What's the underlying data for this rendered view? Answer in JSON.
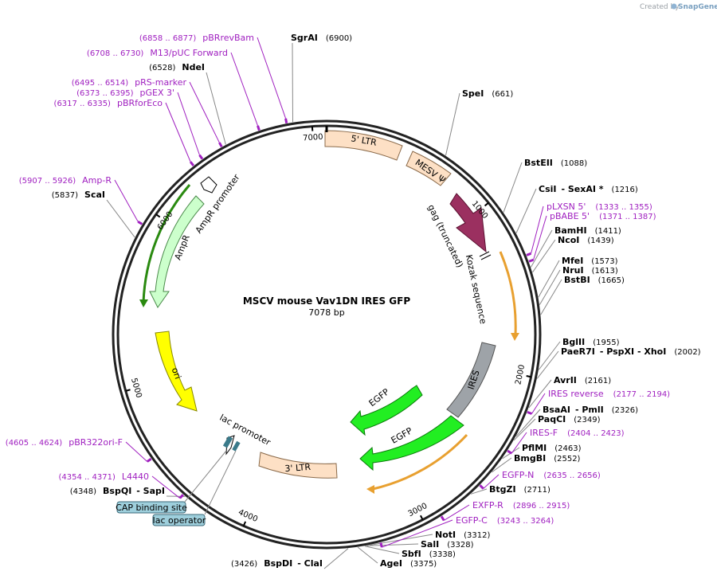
{
  "map": {
    "title": "MSCV mouse Vav1DN IRES GFP",
    "length": "7078 bp",
    "credit": "Created by",
    "credit_brand": "SnapGene",
    "bp_total": 7078
  },
  "ticks": [
    {
      "label": "1000",
      "pos": 1000
    },
    {
      "label": "2000",
      "pos": 2000
    },
    {
      "label": "3000",
      "pos": 3000
    },
    {
      "label": "4000",
      "pos": 4000
    },
    {
      "label": "5000",
      "pos": 5000
    },
    {
      "label": "6000",
      "pos": 6000
    },
    {
      "label": "7000",
      "pos": 7000
    }
  ],
  "enzymes_right": [
    {
      "name": "SpeI",
      "pos": "(661)",
      "site": 661
    },
    {
      "name": "BstEII",
      "pos": "(1088)",
      "site": 1088
    },
    {
      "name": "CsiI",
      "extra": "- SexAI *",
      "pos": "(1216)",
      "site": 1216
    },
    {
      "name": "BamHI",
      "pos": "(1411)",
      "site": 1411
    },
    {
      "name": "NcoI",
      "pos": "(1439)",
      "site": 1439
    },
    {
      "name": "MfeI",
      "pos": "(1573)",
      "site": 1573
    },
    {
      "name": "NruI",
      "pos": "(1613)",
      "site": 1613
    },
    {
      "name": "BstBI",
      "pos": "(1665)",
      "site": 1665
    },
    {
      "name": "BglII",
      "pos": "(1955)",
      "site": 1955
    },
    {
      "name": "PaeR7I",
      "extra": "- PspXI - XhoI",
      "pos": "(2002)",
      "site": 2002
    },
    {
      "name": "AvrII",
      "pos": "(2161)",
      "site": 2161
    },
    {
      "name": "BsaAI",
      "extra": "- PmlI",
      "pos": "(2326)",
      "site": 2326
    },
    {
      "name": "PaqCI",
      "pos": "(2349)",
      "site": 2349
    },
    {
      "name": "PflMI",
      "pos": "(2463)",
      "site": 2463
    },
    {
      "name": "BmgBI",
      "pos": "(2552)",
      "site": 2552
    },
    {
      "name": "BtgZI",
      "pos": "(2711)",
      "site": 2711
    },
    {
      "name": "NotI",
      "pos": "(3312)",
      "site": 3312
    },
    {
      "name": "SalI",
      "pos": "(3328)",
      "site": 3328
    },
    {
      "name": "SbfI",
      "pos": "(3338)",
      "site": 3338
    },
    {
      "name": "AgeI",
      "pos": "(3375)",
      "site": 3375
    }
  ],
  "enzymes_left": [
    {
      "name": "SgrAI",
      "pos": "(6900)",
      "site": 6900
    },
    {
      "name": "NdeI",
      "pos": "(6528)",
      "site": 6528
    },
    {
      "name": "ScaI",
      "pos": "(5837)",
      "site": 5837
    },
    {
      "name": "BspQI",
      "extra": "- SapI",
      "pos": "(4348)",
      "site": 4348
    },
    {
      "name": "BspDI",
      "extra": "- ClaI",
      "pos": "(3426)",
      "site": 3426
    }
  ],
  "primers": [
    {
      "name": "pBRrevBam",
      "range": "(6858 .. 6877)",
      "site": 6867
    },
    {
      "name": "M13/pUC Forward",
      "range": "(6708 .. 6730)",
      "site": 6719
    },
    {
      "name": "pRS-marker",
      "range": "(6495 .. 6514)",
      "site": 6504
    },
    {
      "name": "pGEX 3'",
      "range": "(6373 .. 6395)",
      "site": 6384
    },
    {
      "name": "pBRforEco",
      "range": "(6317 .. 6335)",
      "site": 6326
    },
    {
      "name": "Amp-R",
      "range": "(5907 .. 5926)",
      "site": 5916
    },
    {
      "name": "pBR322ori-F",
      "range": "(4605 .. 4624)",
      "site": 4614
    },
    {
      "name": "L4440",
      "range": "(4354 .. 4371)",
      "site": 4362
    },
    {
      "name": "pLXSN 5'",
      "range": "(1333 .. 1355)",
      "site": 1344
    },
    {
      "name": "pBABE 5'",
      "range": "(1371 .. 1387)",
      "site": 1379
    },
    {
      "name": "IRES reverse",
      "range": "(2177 .. 2194)",
      "site": 2185
    },
    {
      "name": "IRES-F",
      "range": "(2404 .. 2423)",
      "site": 2413
    },
    {
      "name": "EGFP-N",
      "range": "(2635 .. 2656)",
      "site": 2645
    },
    {
      "name": "EXFP-R",
      "range": "(2896 .. 2915)",
      "site": 2905
    },
    {
      "name": "EGFP-C",
      "range": "(3243 .. 3264)",
      "site": 3253
    }
  ],
  "features": [
    {
      "name": "5' LTR",
      "color": "#fde0c5",
      "stroke": "#8a6a4a"
    },
    {
      "name": "MESV Ψ",
      "color": "#fde0c5",
      "stroke": "#8a6a4a"
    },
    {
      "name": "gag (truncated)",
      "color": "#9b3060",
      "stroke": "#5a1030"
    },
    {
      "name": "Kozak sequence",
      "color": "#ffffff",
      "stroke": "#000000"
    },
    {
      "name": "IRES",
      "color": "#9ea3a8",
      "stroke": "#555555"
    },
    {
      "name": "EGFP",
      "color": "#22ee22",
      "stroke": "#0a7a0a"
    },
    {
      "name": "EGFP",
      "color": "#22ee22",
      "stroke": "#0a7a0a"
    },
    {
      "name": "3' LTR",
      "color": "#fde0c5",
      "stroke": "#8a6a4a"
    },
    {
      "name": "lac promoter",
      "color": "#ffffff",
      "stroke": "#000000"
    },
    {
      "name": "ori",
      "color": "#ffff00",
      "stroke": "#888800"
    },
    {
      "name": "AmpR",
      "color": "#ccffcc",
      "stroke": "#4a8a4a"
    },
    {
      "name": "AmpR promoter",
      "color": "#ffffff",
      "stroke": "#000000"
    }
  ],
  "binding_sites": [
    {
      "name": "CAP binding site",
      "color": "#9ecfdc"
    },
    {
      "name": "lac operator",
      "color": "#9ecfdc"
    }
  ],
  "colors": {
    "primer": "#a020c0",
    "orf_gold": "#e8a030",
    "orf_green": "#2a8a10",
    "backbone": "#222222"
  }
}
